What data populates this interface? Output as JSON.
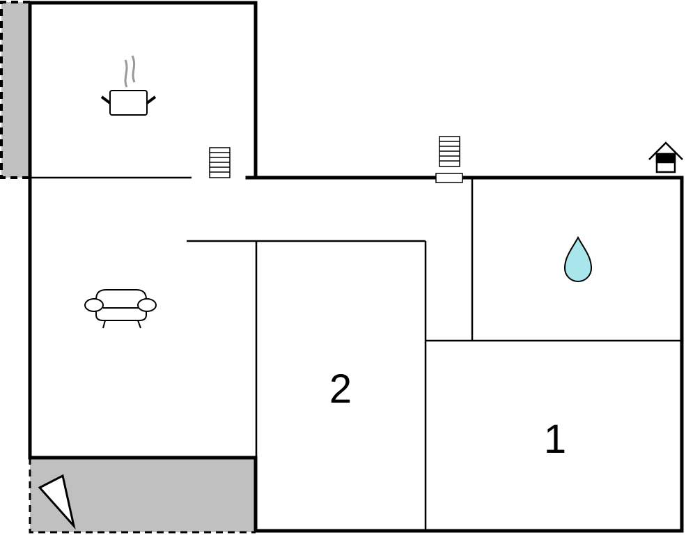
{
  "floorplan": {
    "rooms": [
      {
        "id": "bedroom-1",
        "label": "1"
      },
      {
        "id": "bedroom-2",
        "label": "2"
      }
    ],
    "icons": [
      "kitchen-pot-icon",
      "sofa-icon",
      "water-drop-icon",
      "stairs-icon",
      "well-house-icon",
      "compass-triangle-icon"
    ],
    "colors": {
      "wall": "#000000",
      "terrace": "#c0c0c0",
      "water": "#a8e6ec",
      "steam": "#999999"
    }
  }
}
